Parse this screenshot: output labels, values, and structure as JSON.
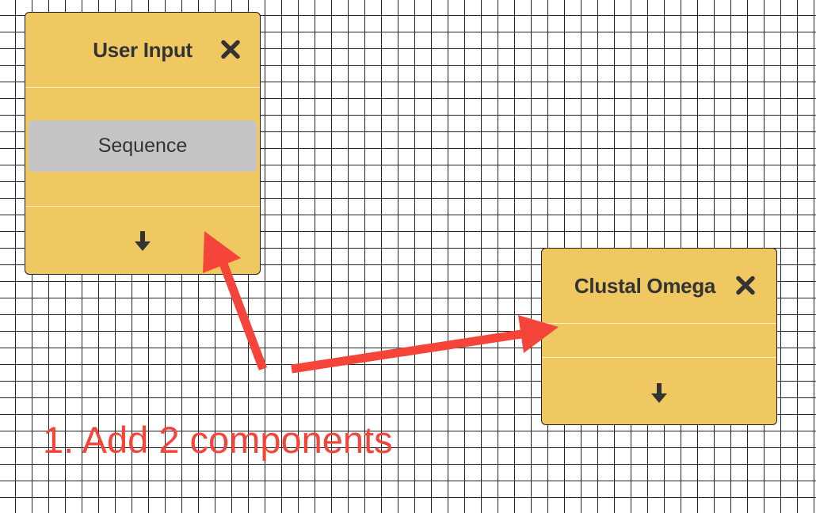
{
  "nodes": {
    "user_input": {
      "title": "User Input",
      "port_label": "Sequence"
    },
    "clustal": {
      "title": "Clustal Omega"
    }
  },
  "annotation": {
    "text": "1. Add 2 components",
    "color": "#f5453a"
  },
  "colors": {
    "node_fill": "#efc862",
    "node_border": "#1e1e1e",
    "port_fill": "#c5c5c5",
    "grid_line": "#222222"
  },
  "icons": {
    "close": "close-x-icon",
    "output": "down-arrow-icon"
  }
}
